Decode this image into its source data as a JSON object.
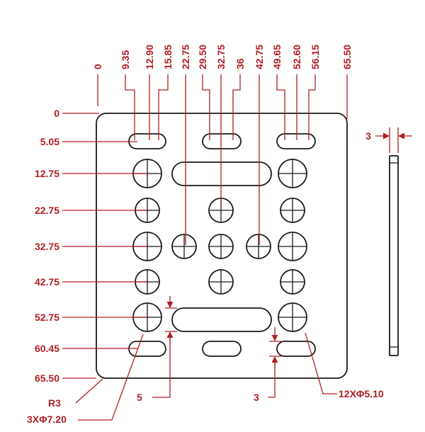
{
  "drawing": {
    "x_dimensions": [
      "0",
      "9.35",
      "12.90",
      "15.85",
      "22.75",
      "29.50",
      "32.75",
      "36",
      "42.75",
      "49.65",
      "52.60",
      "56.15",
      "65.50"
    ],
    "y_dimensions": [
      "0",
      "5.05",
      "12.75",
      "22.75",
      "32.75",
      "42.75",
      "52.75",
      "60.45",
      "65.50"
    ],
    "thickness": "3",
    "callouts": {
      "corner_radius": "R3",
      "large_holes": "3XΦ7.20",
      "slot_width": "5",
      "slot_gap": "3",
      "small_holes": "12XΦ5.10"
    }
  }
}
